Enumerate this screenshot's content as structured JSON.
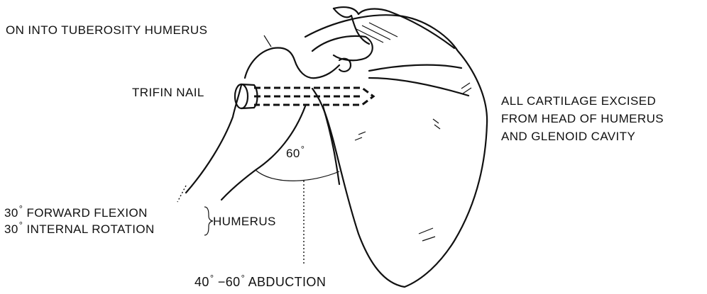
{
  "labels": {
    "tuberosity": "ON INTO TUBEROSITY HUMERUS",
    "nail": "TRIFIN NAIL",
    "cartilage_line1": "ALL CARTILAGE EXCISED",
    "cartilage_line2": "FROM HEAD OF HUMERUS",
    "cartilage_line3": "AND GLENOID CAVITY",
    "angle": "60",
    "flexion_value": "30",
    "flexion_text": "FORWARD FLEXION",
    "rotation_value": "30",
    "rotation_text": "INTERNAL ROTATION",
    "humerus": "HUMERUS",
    "abduction_from": "40",
    "abduction_dash": "−",
    "abduction_to": "60",
    "abduction_text": "ABDUCTION",
    "degree_symbol": "°"
  }
}
